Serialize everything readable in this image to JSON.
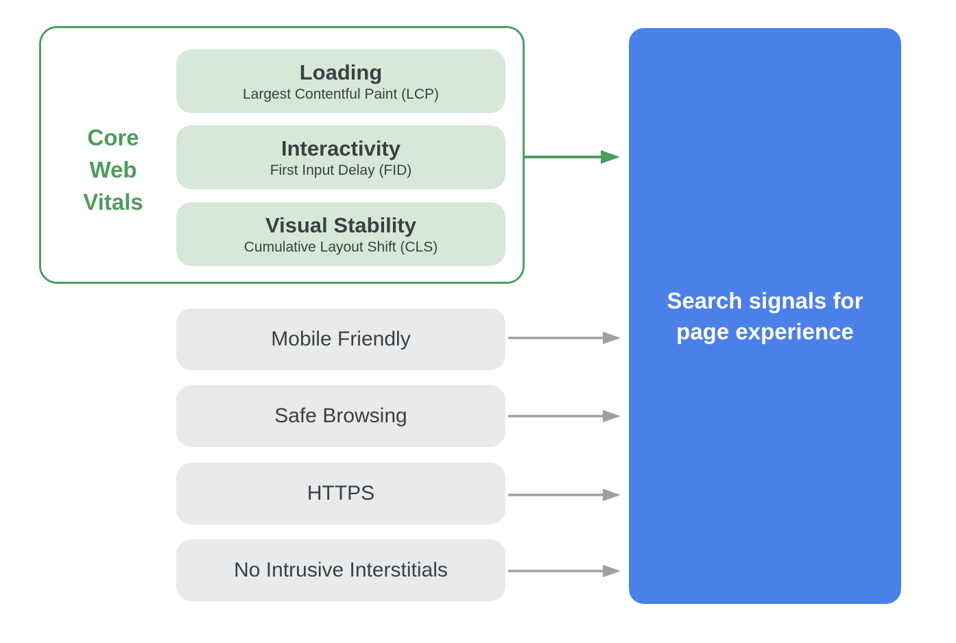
{
  "colors": {
    "green_border": "#4e9e60",
    "green_text": "#4d9c5c",
    "green_fill": "#d8e8d8",
    "gray_fill": "#e9eaec",
    "dark_text": "#3b4043",
    "gray_arrow": "#9aa0a6",
    "blue_fill": "#4b80e8",
    "white_text": "#ffffff"
  },
  "core_web_vitals": {
    "label_lines": [
      "Core",
      "Web",
      "Vitals"
    ],
    "items": [
      {
        "title": "Loading",
        "subtitle": "Largest Contentful Paint (LCP)"
      },
      {
        "title": "Interactivity",
        "subtitle": "First Input Delay (FID)"
      },
      {
        "title": "Visual Stability",
        "subtitle": "Cumulative Layout Shift (CLS)"
      }
    ]
  },
  "other_signals": [
    {
      "label": "Mobile Friendly"
    },
    {
      "label": "Safe Browsing"
    },
    {
      "label": "HTTPS"
    },
    {
      "label": "No Intrusive Interstitials"
    }
  ],
  "result": {
    "label": "Search signals for page experience"
  }
}
